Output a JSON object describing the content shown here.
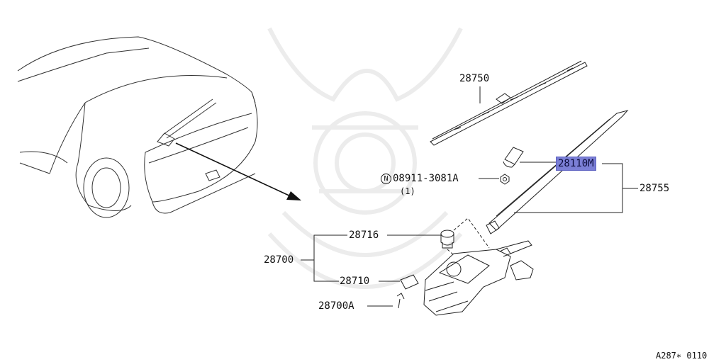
{
  "diagram_code": "A287∗ 0110",
  "colors": {
    "highlight": "#7b7fd6",
    "line": "#222222",
    "watermark": "#ececec"
  },
  "parts": [
    {
      "id": "p28750",
      "number": "28750"
    },
    {
      "id": "p28110M",
      "number": "28110M",
      "highlighted": true
    },
    {
      "id": "p28755",
      "number": "28755"
    },
    {
      "id": "p08911",
      "number": "08911-3081A",
      "qty": "(1)",
      "symbol": "N"
    },
    {
      "id": "p28716",
      "number": "28716"
    },
    {
      "id": "p28700",
      "number": "28700"
    },
    {
      "id": "p28710",
      "number": "28710"
    },
    {
      "id": "p28700A",
      "number": "28700A"
    }
  ]
}
